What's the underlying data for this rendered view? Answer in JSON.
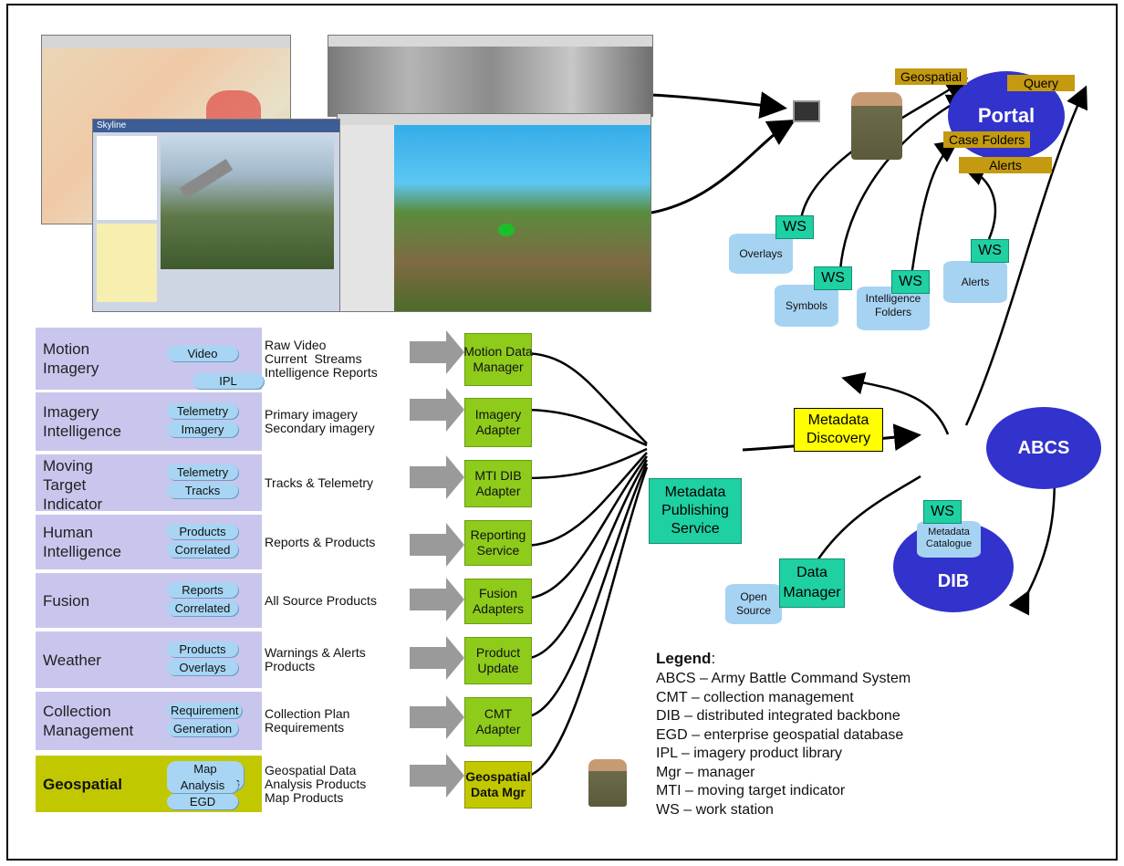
{
  "sources": [
    {
      "label": "Motion\nImagery",
      "chips": [
        "Video",
        "IPL"
      ],
      "desc": "Raw Video\nCurrent  Streams\nIntelligence Reports",
      "box": "Motion Data\nManager"
    },
    {
      "label": "Imagery\nIntelligence",
      "chips": [
        "Telemetry",
        "Imagery"
      ],
      "desc": "Primary imagery\nSecondary imagery",
      "box": "Imagery\nAdapter"
    },
    {
      "label": "Moving\nTarget\nIndicator",
      "chips": [
        "Telemetry",
        "Tracks"
      ],
      "desc": "Tracks & Telemetry",
      "box": "MTI DIB\nAdapter"
    },
    {
      "label": "Human\nIntelligence",
      "chips": [
        "Products",
        "Correlated"
      ],
      "desc": "Reports & Products",
      "box": "Reporting\nService"
    },
    {
      "label": "Fusion",
      "chips": [
        "Reports",
        "Correlated"
      ],
      "desc": "All Source Products",
      "box": "Fusion\nAdapters"
    },
    {
      "label": "Weather",
      "chips": [
        "Products",
        "Overlays"
      ],
      "desc": "Warnings & Alerts\nProducts",
      "box": "Product\nUpdate"
    },
    {
      "label": "Collection\nManagement",
      "chips": [
        "Requirement",
        "Generation"
      ],
      "desc": "Collection Plan\nRequirements",
      "box": "CMT\nAdapter"
    },
    {
      "label": "Geospatial",
      "chips": [
        "Map\nBackgrounds",
        "Analysis",
        "EGD"
      ],
      "desc": "Geospatial Data\nAnalysis Products\nMap Products",
      "box": "Geospatial\nData Mgr"
    }
  ],
  "metadata_publishing": "Metadata\nPublishing\nService",
  "metadata_discovery": "Metadata\nDiscovery",
  "ws_label": "WS",
  "metadata_catalogue": "Metadata\nCatalogue",
  "dib": "DIB",
  "abcs": "ABCS",
  "data_manager": "Data\nManager",
  "open_source": "Open\nSource",
  "portal": "Portal",
  "portal_tags": [
    "Geospatial",
    "Query",
    "Case Folders",
    "Alerts"
  ],
  "portal_stores": [
    "Overlays",
    "Symbols",
    "Intelligence\nFolders",
    "Alerts"
  ],
  "screenshot_header": "Skyline",
  "legend": {
    "title": "Legend",
    "items": [
      "ABCS – Army Battle Command System",
      "CMT – collection management",
      "DIB – distributed integrated backbone",
      "EGD – enterprise geospatial database",
      "IPL – imagery product library",
      "Mgr – manager",
      "MTI – moving target indicator",
      "WS – work station"
    ]
  },
  "colors": {
    "source_row": "#c9c6ee",
    "geospatial_row": "#c2c800",
    "adapter_box": "#8ecb1b",
    "ws_box": "#1fd0a2",
    "portal_ellipse": "#3232cc",
    "tag": "#c49a10",
    "discovery_box": "#ffff00"
  }
}
